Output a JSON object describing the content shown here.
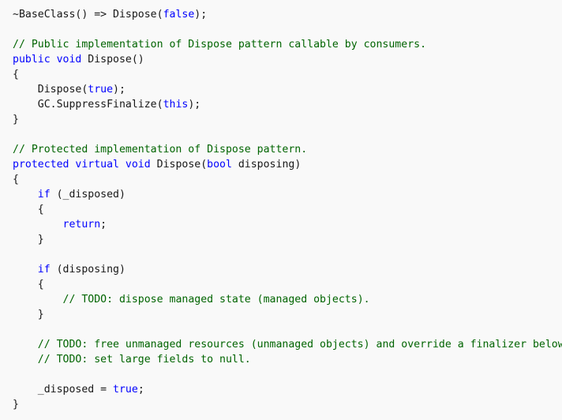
{
  "colors": {
    "background": "#f9f9f9",
    "text": "#171717",
    "keyword": "#0101fd",
    "keyword_alt": "#2b30b5",
    "comment": "#006400"
  },
  "code": {
    "language": "csharp",
    "lines": [
      [
        {
          "t": "~BaseClass() => Dispose(",
          "k": "pl"
        },
        {
          "t": "false",
          "k": "kw"
        },
        {
          "t": ");",
          "k": "pl"
        }
      ],
      [],
      [
        {
          "t": "// Public implementation of Dispose pattern callable by consumers.",
          "k": "cm"
        }
      ],
      [
        {
          "t": "public void ",
          "k": "kw"
        },
        {
          "t": "Dispose()",
          "k": "pl"
        }
      ],
      [
        {
          "t": "{",
          "k": "pl"
        }
      ],
      [
        {
          "t": "    Dispose(",
          "k": "pl"
        },
        {
          "t": "true",
          "k": "kw"
        },
        {
          "t": ");",
          "k": "pl"
        }
      ],
      [
        {
          "t": "    GC.SuppressFinalize(",
          "k": "pl"
        },
        {
          "t": "this",
          "k": "kw"
        },
        {
          "t": ");",
          "k": "pl"
        }
      ],
      [
        {
          "t": "}",
          "k": "pl"
        }
      ],
      [],
      [
        {
          "t": "// Protected implementation of Dispose pattern.",
          "k": "cm"
        }
      ],
      [
        {
          "t": "protected virtual void ",
          "k": "kw"
        },
        {
          "t": "Dispose(",
          "k": "pl"
        },
        {
          "t": "bool",
          "k": "kw"
        },
        {
          "t": " disposing)",
          "k": "pl"
        }
      ],
      [
        {
          "t": "{",
          "k": "pl"
        }
      ],
      [
        {
          "t": "    ",
          "k": "pl"
        },
        {
          "t": "if",
          "k": "kw"
        },
        {
          "t": " (_disposed)",
          "k": "pl"
        }
      ],
      [
        {
          "t": "    {",
          "k": "pl"
        }
      ],
      [
        {
          "t": "        ",
          "k": "pl"
        },
        {
          "t": "return",
          "k": "kw"
        },
        {
          "t": ";",
          "k": "pl"
        }
      ],
      [
        {
          "t": "    }",
          "k": "pl"
        }
      ],
      [],
      [
        {
          "t": "    ",
          "k": "pl"
        },
        {
          "t": "if",
          "k": "kw"
        },
        {
          "t": " (disposing)",
          "k": "pl"
        }
      ],
      [
        {
          "t": "    {",
          "k": "pl"
        }
      ],
      [
        {
          "t": "        ",
          "k": "pl"
        },
        {
          "t": "// TODO: dispose managed state (managed objects).",
          "k": "cm"
        }
      ],
      [
        {
          "t": "    }",
          "k": "pl"
        }
      ],
      [],
      [
        {
          "t": "    ",
          "k": "pl"
        },
        {
          "t": "// TODO: free unmanaged resources (unmanaged objects) and override a finalizer below.",
          "k": "cm"
        }
      ],
      [
        {
          "t": "    ",
          "k": "pl"
        },
        {
          "t": "// TODO: set large fields to null.",
          "k": "cm"
        }
      ],
      [],
      [
        {
          "t": "    _disposed = ",
          "k": "pl"
        },
        {
          "t": "true",
          "k": "kw"
        },
        {
          "t": ";",
          "k": "pl"
        }
      ],
      [
        {
          "t": "}",
          "k": "pl"
        }
      ]
    ]
  }
}
